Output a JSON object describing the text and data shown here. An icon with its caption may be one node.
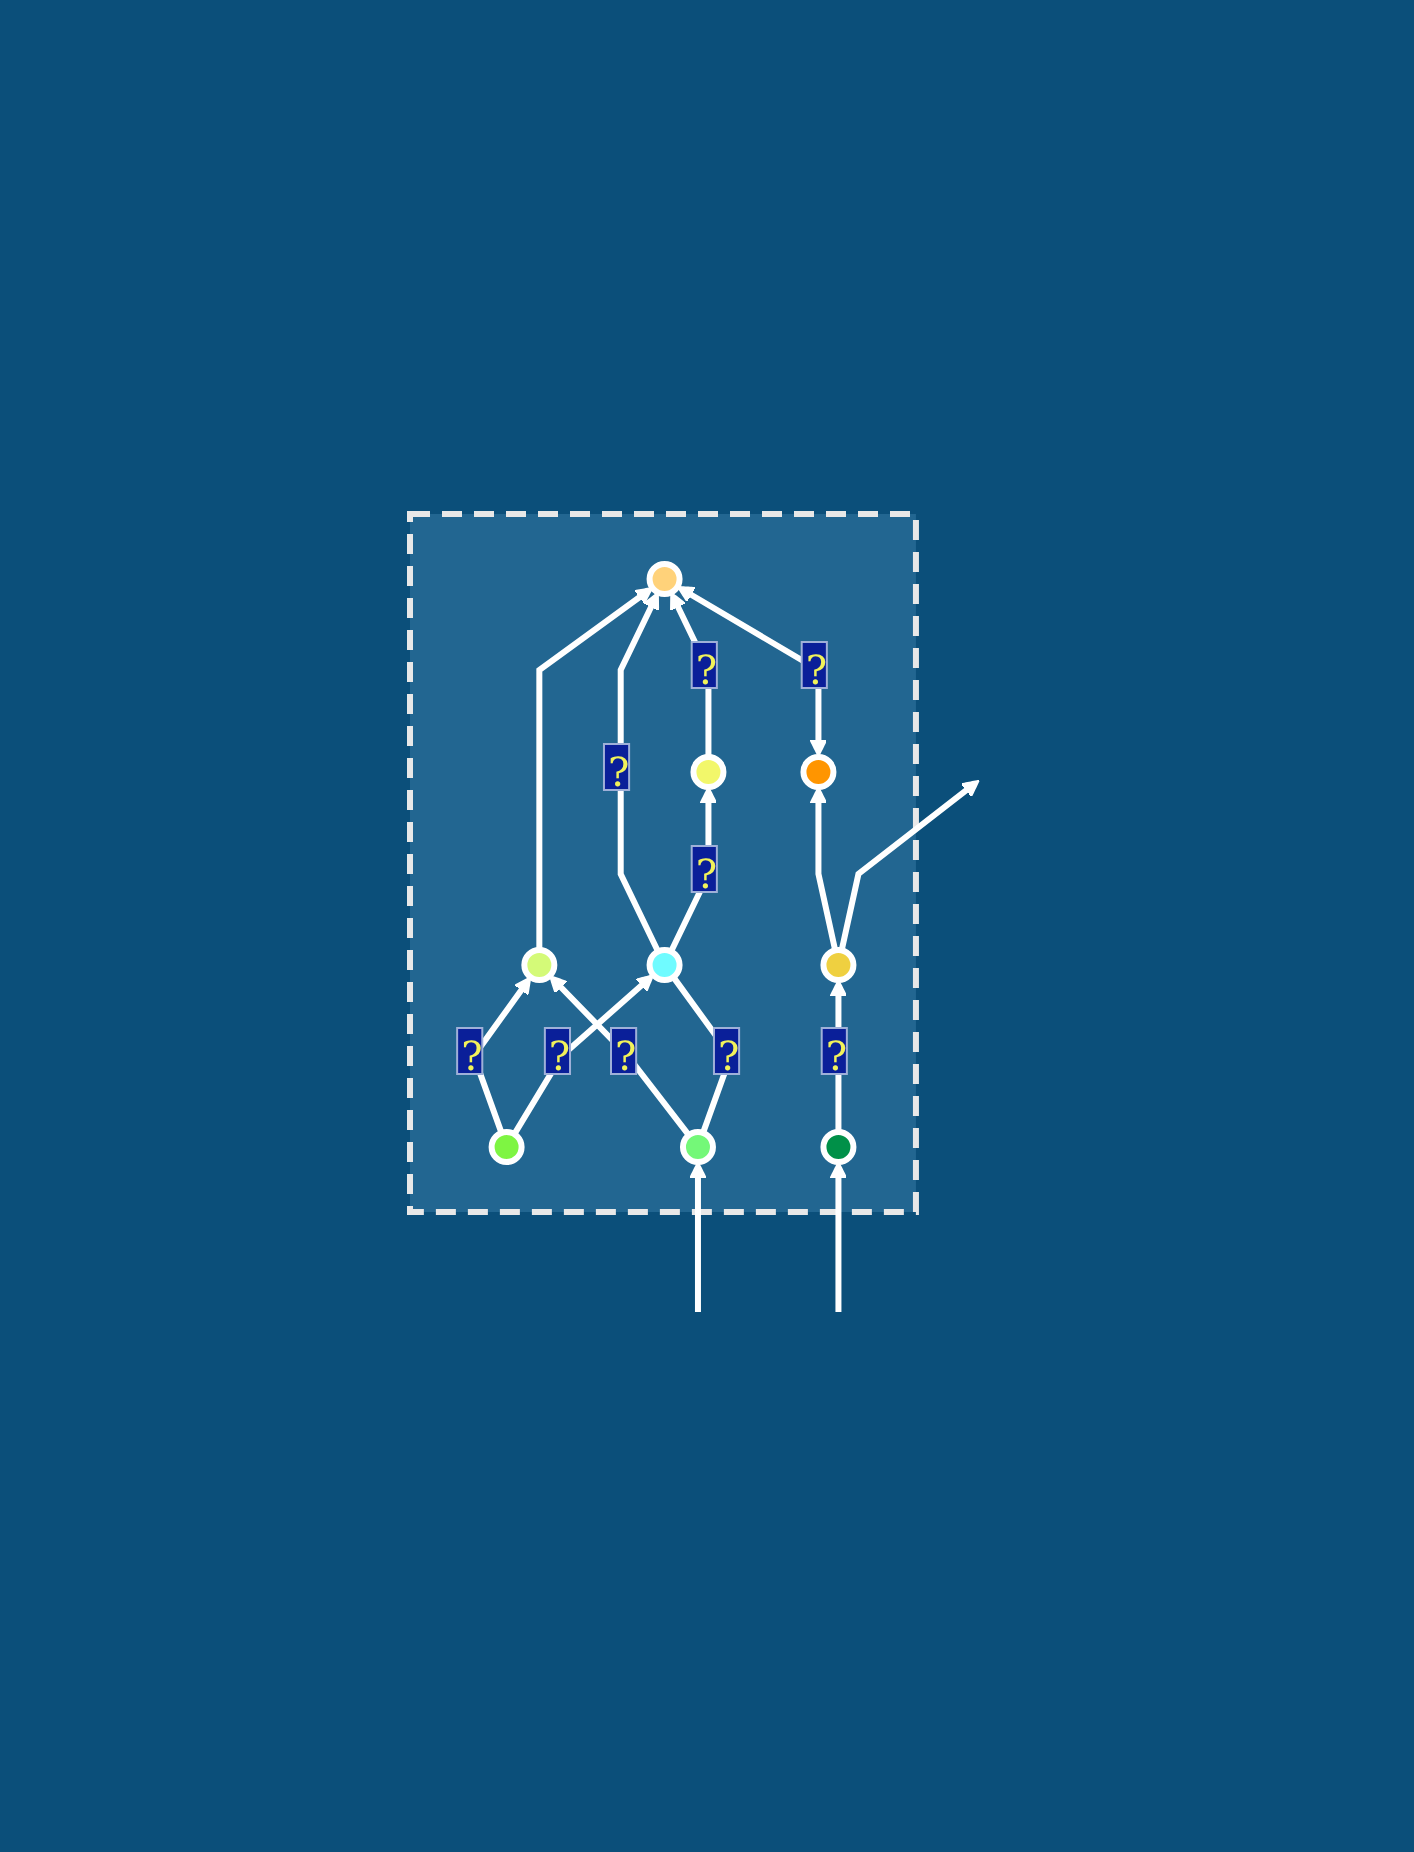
{
  "diagram": {
    "nodes": [
      {
        "text": [],
        "shape": "box"
      },
      {
        "text": [],
        "shape": "circle",
        "in": 0
      },
      {
        "text": [],
        "shape": "circle",
        "in": 0
      },
      {
        "text": [],
        "shape": "circle",
        "in": 0
      },
      {
        "text": [],
        "shape": "circle",
        "in": 0
      },
      {
        "text": [],
        "shape": "circle",
        "in": 0
      },
      {
        "text": [],
        "shape": "circle",
        "in": 0
      },
      {
        "text": [],
        "shape": "circle",
        "in": 0
      },
      {
        "text": [],
        "shape": "circle",
        "in": 0
      },
      {
        "text": [],
        "shape": "circle",
        "in": 0
      }
    ],
    "edges": [
      {
        "from": 2,
        "to": 1,
        "arrow": "to"
      },
      {
        "from": 4,
        "to": 1,
        "label": "?",
        "arrow": "to"
      },
      {
        "from": 3,
        "to": 1,
        "label": "?",
        "arrow": "both"
      },
      {
        "from": 5,
        "to": 3,
        "arrow": "to"
      },
      {
        "from": 5,
        "to": null,
        "arrow": "to"
      },
      {
        "from": 6,
        "to": 1,
        "label": "?",
        "arrow": "to"
      },
      {
        "from": 6,
        "to": 4,
        "label": "?",
        "arrow": "to"
      },
      {
        "from": 7,
        "to": 2,
        "label": "?",
        "arrow": "to"
      },
      {
        "from": 8,
        "to": 2,
        "label": "?",
        "arrow": "to"
      },
      {
        "from": 7,
        "to": 6,
        "label": "?",
        "arrow": "to"
      },
      {
        "from": 8,
        "to": 6,
        "label": "?",
        "arrow": "none"
      },
      {
        "from": 9,
        "to": 5,
        "label": "?",
        "arrow": "to"
      },
      {
        "from": null,
        "to": 8,
        "arrow": "to"
      },
      {
        "from": null,
        "to": 9,
        "arrow": "to"
      }
    ]
  }
}
